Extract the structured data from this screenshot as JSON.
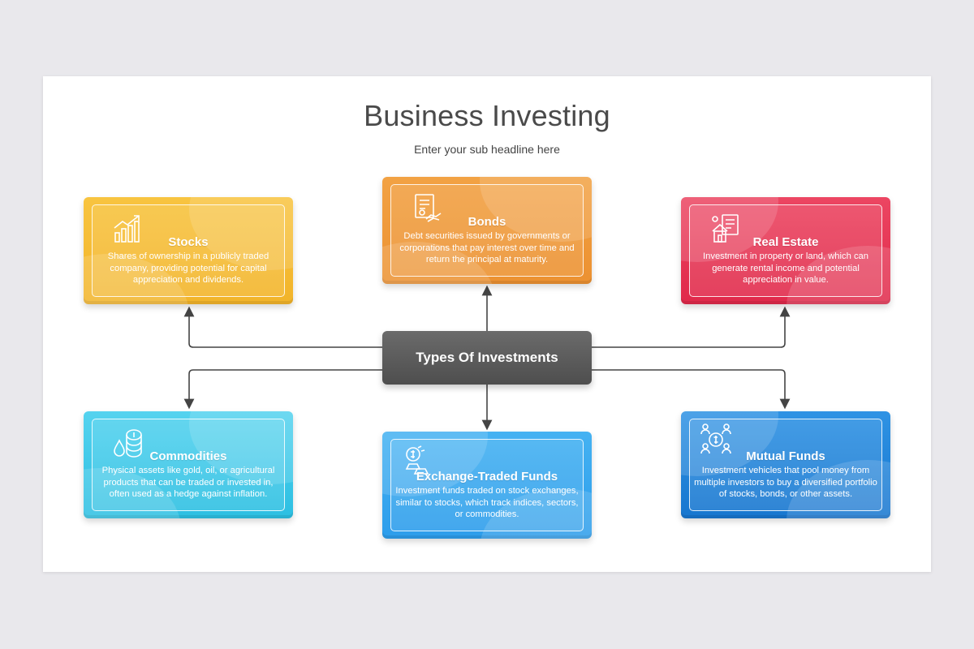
{
  "slide": {
    "title": "Business Investing",
    "subtitle": "Enter your sub headline here"
  },
  "center": {
    "label": "Types Of Investments"
  },
  "cards": {
    "stocks": {
      "title": "Stocks",
      "description": "Shares of ownership in a publicly traded company, providing potential for capital appreciation and dividends.",
      "icon": "growth-chart-icon",
      "color": "#f5b92c"
    },
    "bonds": {
      "title": "Bonds",
      "description": "Debt securities issued by governments or corporations that pay interest over time and return the principal at maturity.",
      "icon": "certificate-handshake-icon",
      "color": "#ee9633"
    },
    "real_estate": {
      "title": "Real Estate",
      "description": "Investment in property or land, which can generate rental income and potential appreciation in value.",
      "icon": "property-document-icon",
      "color": "#e4334f"
    },
    "commodities": {
      "title": "Commodities",
      "description": "Physical assets like gold, oil, or agricultural products that can be traded or invested in, often used as a hedge against inflation.",
      "icon": "coins-drop-icon",
      "color": "#33c6e6"
    },
    "etf": {
      "title": "Exchange-Traded Funds",
      "description": "Investment funds traded on stock exchanges, similar to stocks, which track indices, sectors, or commodities.",
      "icon": "gold-bars-icon",
      "color": "#34a6ee"
    },
    "mutual_funds": {
      "title": "Mutual Funds",
      "description": "Investment vehicles that pool money from multiple investors to buy a diversified portfolio of stocks, bonds, or other assets.",
      "icon": "investors-pool-icon",
      "color": "#1e82d8"
    }
  }
}
